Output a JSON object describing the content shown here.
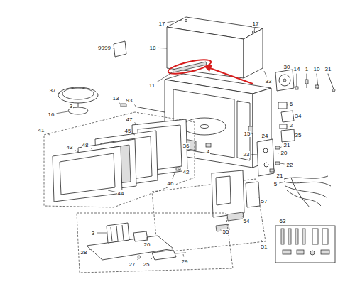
{
  "diagram": {
    "labels": [
      "17",
      "17",
      "18",
      "9999",
      "11",
      "33",
      "30",
      "14",
      "1",
      "10",
      "31",
      "37",
      "3",
      "13",
      "93",
      "16",
      "41",
      "47",
      "45",
      "48",
      "43",
      "44",
      "42",
      "46",
      "36",
      "4",
      "15",
      "24",
      "6",
      "34",
      "2",
      "35",
      "21",
      "20",
      "22",
      "21",
      "23",
      "5",
      "57",
      "54",
      "55",
      "51",
      "63",
      "3",
      "28",
      "26",
      "27",
      "25",
      "29"
    ]
  }
}
